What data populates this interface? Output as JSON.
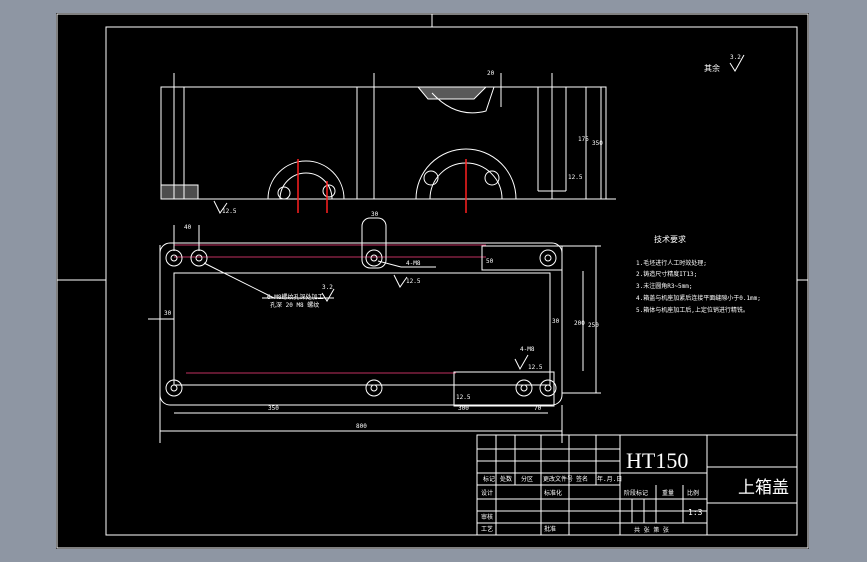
{
  "drawing": {
    "surface_finish": {
      "prefix": "其余",
      "value": "3.2"
    },
    "tech_requirements": {
      "heading": "技术要求",
      "items": [
        "1.毛坯进行人工时效处理;",
        "2.铸造尺寸精度IT13;",
        "3.未注圆角R3~5mm;",
        "4.箱盖与机座加紧后连接平面缝隙小于0.1mm;",
        "5.箱体与机座加工后,上定位销进行精铣。"
      ]
    },
    "annotations": {
      "hole_callout": "6-M8螺纹孔深处加工",
      "hole_callout_sub": "孔深 20 M8 螺纹",
      "thread_callout": "4-M8",
      "thread_callout_2": "4-M8",
      "roughness_top": "12.5",
      "roughness_left": "12.5",
      "roughness_a": "12.5",
      "roughness_b": "12.5",
      "roughness_c": "3.2",
      "roughness_d": "12.5"
    },
    "dimensions": {
      "overall_length": "800",
      "d_left": "350",
      "d_right": "300",
      "d_side": "70",
      "d_top_left": "40",
      "d_slot": "30",
      "d_height_1": "200",
      "d_height_2": "250",
      "d_small": "50",
      "d_left_v": "30",
      "d_right_v": "30",
      "d_front_h": "175",
      "d_front_top": "20",
      "d_front_r": "350"
    },
    "title_block": {
      "material": "HT150",
      "part_name": "上箱盖",
      "scale": "1:3",
      "header_row": [
        "标记",
        "处数",
        "分区",
        "更改文件号",
        "签名",
        "年.月.日"
      ],
      "row_design": "设计",
      "row_std": "标准化",
      "row_review": "审核",
      "row_process": "工艺",
      "row_approve": "批准",
      "col_stage": "阶段标记",
      "col_weight": "重量",
      "col_scale": "比例",
      "sheet_info": "共 张 第 张"
    }
  }
}
